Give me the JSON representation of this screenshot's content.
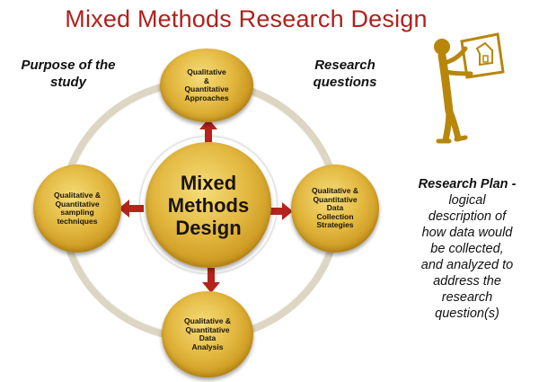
{
  "title": "Mixed Methods Research Design",
  "purpose": {
    "line1": "Purpose of the",
    "line2": "study"
  },
  "research_questions": {
    "line1": "Research",
    "line2": "questions"
  },
  "center": {
    "line1": "Mixed",
    "line2": "Methods",
    "line3": "Design"
  },
  "nodes": {
    "top": [
      "Qualitative",
      "&",
      "Quantitative",
      "Approaches"
    ],
    "left": [
      "Qualitative &",
      "Quantitative",
      "sampling",
      "techniques"
    ],
    "right": [
      "Qualitative &",
      "Quantitative",
      "Data",
      "Collection",
      "Strategies"
    ],
    "bottom": [
      "Qualitative &",
      "Quantitative",
      "Data",
      "Analysis"
    ]
  },
  "plan": {
    "heading": "Research Plan -",
    "lines": [
      "logical",
      "description of",
      "how data would",
      "be collected,",
      "and analyzed to",
      "address the",
      "research",
      "question(s)"
    ]
  },
  "colors": {
    "title": "#b0201c",
    "arrow": "#b5231d",
    "gold": "#e2b73f",
    "figure": "#b8860b"
  },
  "icons": {
    "figure": "person-holding-house-sign-icon"
  }
}
